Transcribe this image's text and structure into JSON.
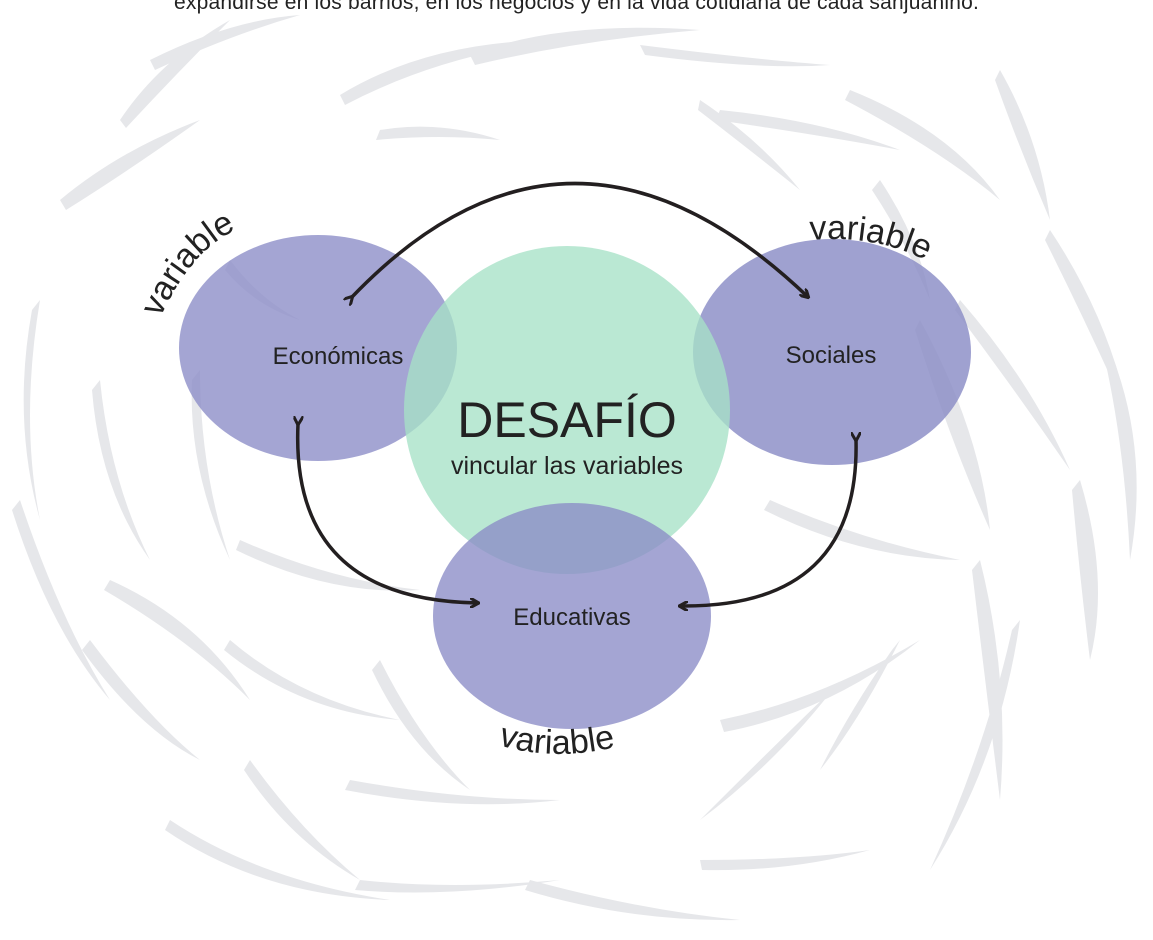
{
  "intro_text": "expandirse en los barrios, en los negocios y en la vida cotidiana de cada sanjuanino.",
  "center": {
    "title": "DESAFÍO",
    "subtitle": "vincular las variables"
  },
  "nodes": {
    "economicas": {
      "label": "Económicas",
      "tag": "variable"
    },
    "sociales": {
      "label": "Sociales",
      "tag": "variable"
    },
    "educativas": {
      "label": "Educativas",
      "tag": "variable"
    }
  },
  "colors": {
    "variable_circle": "#8a8cc6",
    "center_circle": "#a6e2c6",
    "overlap": "#6aa3a6",
    "arrows": "#231f20",
    "leaves": "#e6e7ea"
  }
}
